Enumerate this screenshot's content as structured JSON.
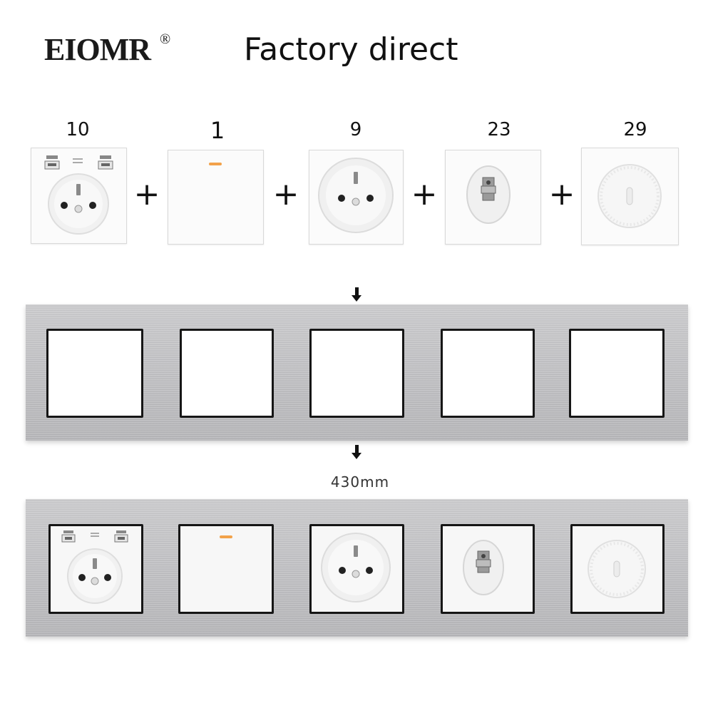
{
  "header": {
    "brand": "EIOMR",
    "brand_mark": "®",
    "headline": "Factory direct"
  },
  "modules": [
    {
      "number": "10",
      "name": "French socket with dual USB",
      "icon": "usb-socket-icon"
    },
    {
      "number": "1",
      "name": "Light switch",
      "icon": "switch-icon"
    },
    {
      "number": "9",
      "name": "French socket",
      "icon": "socket-icon"
    },
    {
      "number": "23",
      "name": "TV coaxial outlet",
      "icon": "tv-outlet-icon"
    },
    {
      "number": "29",
      "name": "Dimmer",
      "icon": "dimmer-icon"
    }
  ],
  "plus_sign": "+",
  "frame": {
    "dimension_label": "430mm",
    "slot_count": 5
  },
  "colors": {
    "frame_metal": "#c2c2c5",
    "slot_border": "#161616",
    "module_white": "#fbfbfb",
    "text": "#111111"
  }
}
